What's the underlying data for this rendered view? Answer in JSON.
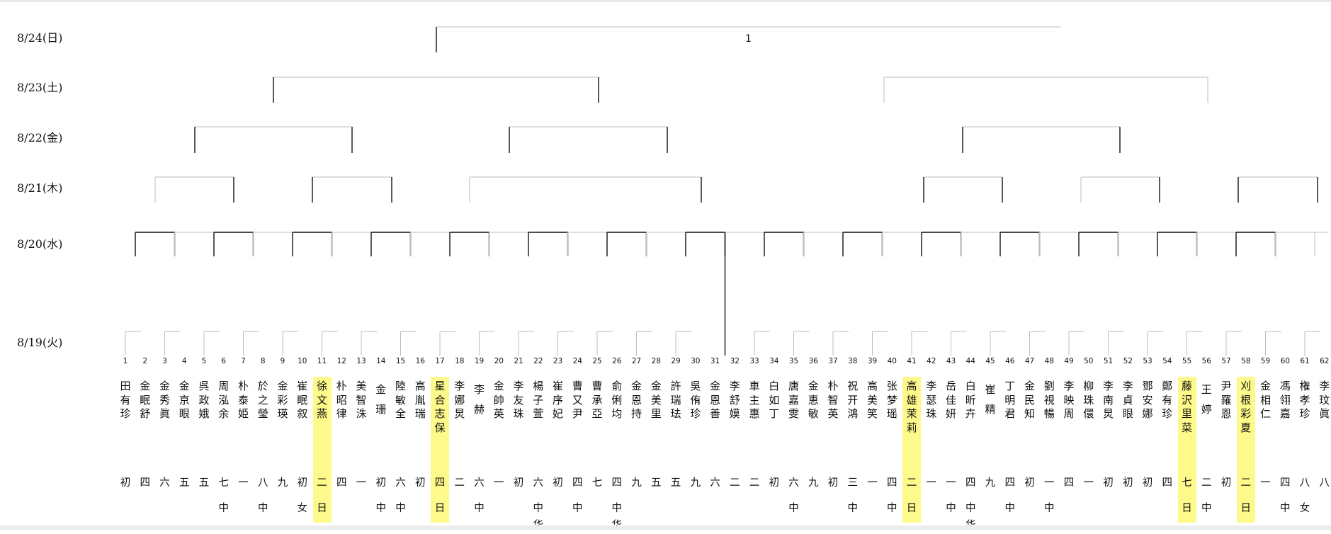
{
  "dates": [
    "8/24(日)",
    "8/23(土)",
    "8/22(金)",
    "8/21(木)",
    "8/20(水)",
    "8/19(火)"
  ],
  "final_match_label": "1",
  "colors": {
    "highlight": "#fdf98a",
    "line_dark": "#111111",
    "line_light": "#bdbdbd"
  },
  "players": [
    {
      "seed": "1",
      "name": "田有珍",
      "rank": "初",
      "aff": ""
    },
    {
      "seed": "2",
      "name": "金眠舒",
      "rank": "四",
      "aff": ""
    },
    {
      "seed": "3",
      "name": "金秀眞",
      "rank": "六",
      "aff": ""
    },
    {
      "seed": "4",
      "name": "金京眼",
      "rank": "五",
      "aff": ""
    },
    {
      "seed": "5",
      "name": "呉政娥",
      "rank": "五",
      "aff": ""
    },
    {
      "seed": "6",
      "name": "周泓余",
      "rank": "七",
      "aff": "中"
    },
    {
      "seed": "7",
      "name": "朴泰姫",
      "rank": "一",
      "aff": ""
    },
    {
      "seed": "8",
      "name": "於之瑩",
      "rank": "八",
      "aff": "中"
    },
    {
      "seed": "9",
      "name": "金彩瑛",
      "rank": "九",
      "aff": ""
    },
    {
      "seed": "10",
      "name": "崔眠叙",
      "rank": "初",
      "aff": "女"
    },
    {
      "seed": "11",
      "name": "徐文燕",
      "rank": "二",
      "aff": "日",
      "hl": true
    },
    {
      "seed": "12",
      "name": "朴昭律",
      "rank": "四",
      "aff": ""
    },
    {
      "seed": "13",
      "name": "美智洙",
      "rank": "一",
      "aff": ""
    },
    {
      "seed": "14",
      "name": "金珊",
      "rank": "初",
      "aff": "中"
    },
    {
      "seed": "15",
      "name": "陸敏全",
      "rank": "六",
      "aff": "中"
    },
    {
      "seed": "16",
      "name": "高胤瑞",
      "rank": "初",
      "aff": ""
    },
    {
      "seed": "17",
      "name": "星合志保",
      "rank": "四",
      "aff": "日",
      "hl": true
    },
    {
      "seed": "18",
      "name": "李娜炅",
      "rank": "二",
      "aff": ""
    },
    {
      "seed": "19",
      "name": "李赫",
      "rank": "六",
      "aff": "中"
    },
    {
      "seed": "20",
      "name": "金帥英",
      "rank": "一",
      "aff": ""
    },
    {
      "seed": "21",
      "name": "李友珠",
      "rank": "初",
      "aff": ""
    },
    {
      "seed": "22",
      "name": "楊子萱",
      "rank": "六",
      "aff": "中华"
    },
    {
      "seed": "23",
      "name": "崔序妃",
      "rank": "初",
      "aff": ""
    },
    {
      "seed": "24",
      "name": "曹又尹",
      "rank": "四",
      "aff": "中"
    },
    {
      "seed": "25",
      "name": "曹承亞",
      "rank": "七",
      "aff": ""
    },
    {
      "seed": "26",
      "name": "俞俐均",
      "rank": "四",
      "aff": "中华"
    },
    {
      "seed": "27",
      "name": "金恩持",
      "rank": "九",
      "aff": ""
    },
    {
      "seed": "28",
      "name": "金美里",
      "rank": "五",
      "aff": ""
    },
    {
      "seed": "29",
      "name": "許瑞珐",
      "rank": "五",
      "aff": ""
    },
    {
      "seed": "30",
      "name": "吳侑珍",
      "rank": "九",
      "aff": ""
    },
    {
      "seed": "31",
      "name": "金恩善",
      "rank": "六",
      "aff": ""
    },
    {
      "seed": "32",
      "name": "李舒嫫",
      "rank": "二",
      "aff": ""
    },
    {
      "seed": "33",
      "name": "車主惠",
      "rank": "二",
      "aff": ""
    },
    {
      "seed": "34",
      "name": "白如丁",
      "rank": "初",
      "aff": ""
    },
    {
      "seed": "35",
      "name": "唐嘉雯",
      "rank": "六",
      "aff": "中"
    },
    {
      "seed": "36",
      "name": "金恵敏",
      "rank": "九",
      "aff": ""
    },
    {
      "seed": "37",
      "name": "朴智英",
      "rank": "初",
      "aff": ""
    },
    {
      "seed": "38",
      "name": "祝开鴻",
      "rank": "三",
      "aff": "中"
    },
    {
      "seed": "39",
      "name": "高美笑",
      "rank": "一",
      "aff": ""
    },
    {
      "seed": "40",
      "name": "张梦瑶",
      "rank": "四",
      "aff": "中"
    },
    {
      "seed": "41",
      "name": "高雄茉莉",
      "rank": "二",
      "aff": "日",
      "hl": true
    },
    {
      "seed": "42",
      "name": "李瑟珠",
      "rank": "一",
      "aff": ""
    },
    {
      "seed": "43",
      "name": "岳佳妍",
      "rank": "一",
      "aff": "中"
    },
    {
      "seed": "44",
      "name": "白昕卉",
      "rank": "四",
      "aff": "中华"
    },
    {
      "seed": "45",
      "name": "崔精",
      "rank": "九",
      "aff": ""
    },
    {
      "seed": "46",
      "name": "丁明君",
      "rank": "四",
      "aff": "中"
    },
    {
      "seed": "47",
      "name": "金民知",
      "rank": "初",
      "aff": ""
    },
    {
      "seed": "48",
      "name": "劉視暢",
      "rank": "一",
      "aff": "中"
    },
    {
      "seed": "49",
      "name": "李映周",
      "rank": "四",
      "aff": ""
    },
    {
      "seed": "50",
      "name": "柳珠儇",
      "rank": "一",
      "aff": ""
    },
    {
      "seed": "51",
      "name": "李南炅",
      "rank": "初",
      "aff": ""
    },
    {
      "seed": "52",
      "name": "李貞眼",
      "rank": "初",
      "aff": ""
    },
    {
      "seed": "53",
      "name": "鄧安娜",
      "rank": "初",
      "aff": ""
    },
    {
      "seed": "54",
      "name": "鄭有珍",
      "rank": "四",
      "aff": ""
    },
    {
      "seed": "55",
      "name": "藤沢里菜",
      "rank": "七",
      "aff": "日",
      "hl": true
    },
    {
      "seed": "56",
      "name": "王婷",
      "rank": "二",
      "aff": "中"
    },
    {
      "seed": "57",
      "name": "尹羅恩",
      "rank": "初",
      "aff": ""
    },
    {
      "seed": "58",
      "name": "刈根彩夏",
      "rank": "二",
      "aff": "日",
      "hl": true
    },
    {
      "seed": "59",
      "name": "金相仁",
      "rank": "一",
      "aff": ""
    },
    {
      "seed": "60",
      "name": "馮翎嘉",
      "rank": "四",
      "aff": "中"
    },
    {
      "seed": "61",
      "name": "権孝珍",
      "rank": "八",
      "aff": "女"
    },
    {
      "seed": "62",
      "name": "李玟眞",
      "rank": "八",
      "aff": ""
    }
  ]
}
